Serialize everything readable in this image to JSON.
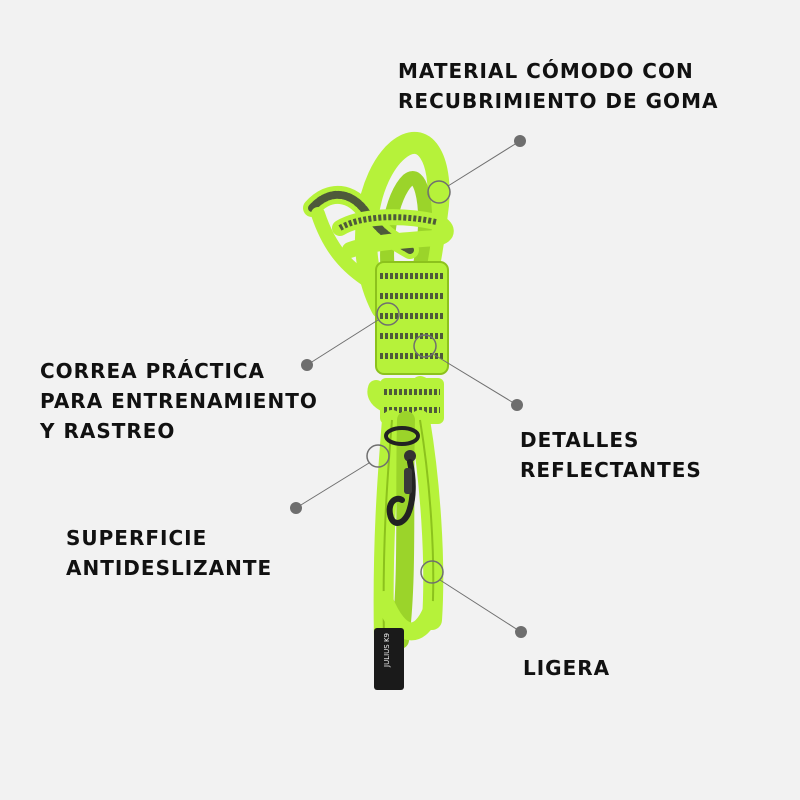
{
  "colors": {
    "background": "#f2f2f2",
    "text": "#111111",
    "leash": "#b6f23a",
    "leash_dark": "#8cc21d",
    "reflective": "#4e5a3a",
    "hardware": "#222222",
    "callout_line": "#6f6f6f",
    "callout_dot": "#6e6e6e"
  },
  "product": {
    "name": "Leash",
    "icon": "dog-leash-icon",
    "tag_lettering": "JULIUS K9"
  },
  "callouts": [
    {
      "lines": [
        "MATERIAL CÓMODO CON",
        "RECUBRIMIENTO DE GOMA"
      ]
    },
    {
      "lines": [
        "CORREA PRÁCTICA",
        "PARA ENTRENAMIENTO",
        "Y RASTREO"
      ]
    },
    {
      "lines": [
        "DETALLES",
        "REFLECTANTES"
      ]
    },
    {
      "lines": [
        "SUPERFICIE",
        "ANTIDESLIZANTE"
      ]
    },
    {
      "lines": [
        "LIGERA"
      ]
    }
  ]
}
